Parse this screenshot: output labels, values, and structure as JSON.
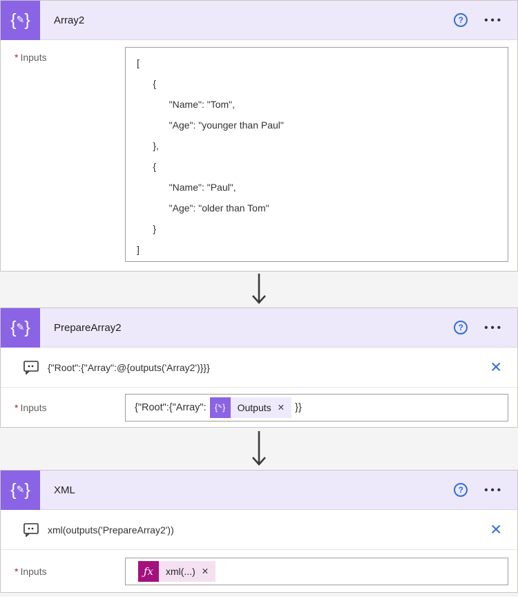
{
  "colors": {
    "header-bg": "#EDE8FA",
    "icon-purple": "#8A64E4",
    "fx-magenta": "#A4107E",
    "fx-pill-bg": "#F5E0F2",
    "token-pill-bg": "#EFEAFB",
    "accent-blue": "#2F6CDE",
    "required-red": "#A4262C",
    "arrow-gray": "#3B3A39",
    "canvas-bg": "#F5F4F4",
    "card-border": "#C8C6C4"
  },
  "icons": {
    "help": "?",
    "ellipsis": "•••",
    "close": "✕",
    "token_remove": "✕",
    "fx": "ƒx",
    "brace_left": "{",
    "brace_right": "}",
    "pencil": "✎"
  },
  "cards": [
    {
      "title": "Array2",
      "inputs": {
        "required": "*",
        "label": "Inputs",
        "value": "[\n      {\n            \"Name\": \"Tom\",\n            \"Age\": \"younger than Paul\"\n      },\n      {\n            \"Name\": \"Paul\",\n            \"Age\": \"older than Tom\"\n      }\n]"
      }
    },
    {
      "title": "PrepareArray2",
      "comment": "{\"Root\":{\"Array\":@{outputs('Array2')}}}",
      "inputs": {
        "required": "*",
        "label": "Inputs",
        "value_prefix": "{\"Root\":{\"Array\":",
        "token": {
          "label": "Outputs",
          "type": "dynamic-content"
        },
        "value_suffix": "}}"
      }
    },
    {
      "title": "XML",
      "comment": "xml(outputs('PrepareArray2'))",
      "inputs": {
        "required": "*",
        "label": "Inputs",
        "token": {
          "label": "xml(...)",
          "type": "expression"
        }
      }
    }
  ]
}
